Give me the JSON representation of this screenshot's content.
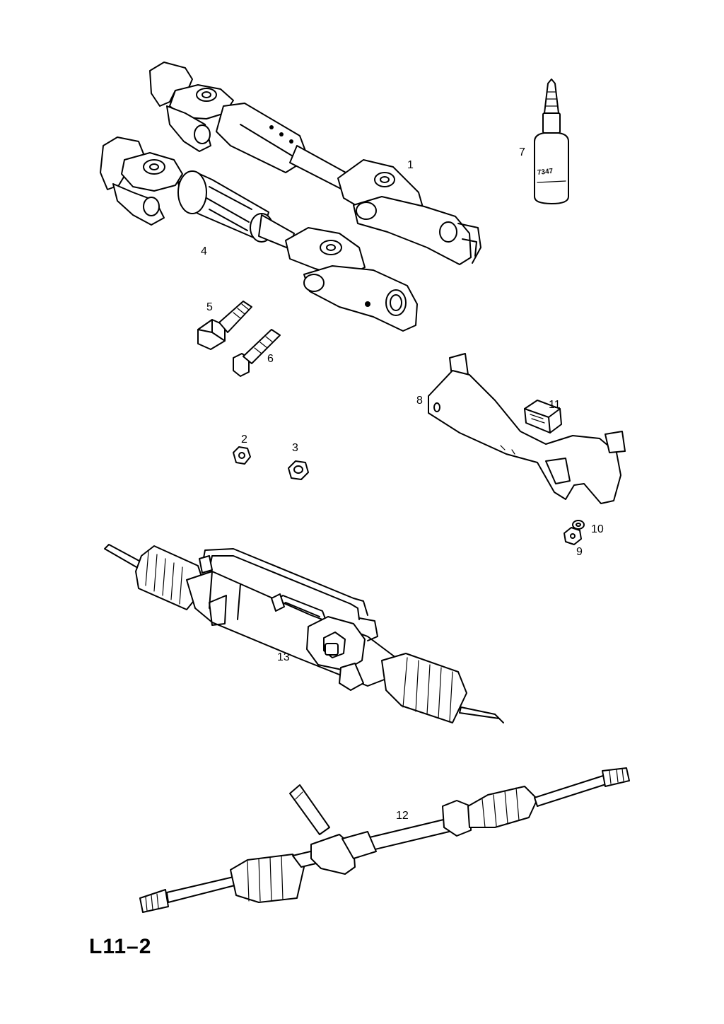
{
  "diagram": {
    "page_code": "L11–2",
    "parts": [
      {
        "id": "1",
        "label": "1"
      },
      {
        "id": "2",
        "label": "2"
      },
      {
        "id": "3",
        "label": "3"
      },
      {
        "id": "4",
        "label": "4"
      },
      {
        "id": "5",
        "label": "5"
      },
      {
        "id": "6",
        "label": "6"
      },
      {
        "id": "7",
        "label": "7"
      },
      {
        "id": "8",
        "label": "8"
      },
      {
        "id": "9",
        "label": "9"
      },
      {
        "id": "10",
        "label": "10"
      },
      {
        "id": "11",
        "label": "11"
      },
      {
        "id": "12",
        "label": "12"
      },
      {
        "id": "13",
        "label": "13"
      }
    ],
    "bottle_label_text": "7347"
  }
}
